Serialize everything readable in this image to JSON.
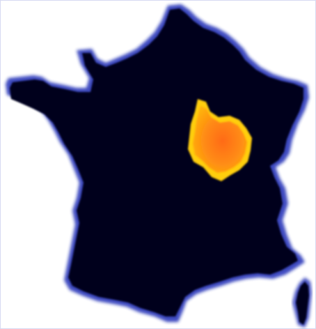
{
  "map": {
    "country": "France",
    "colors": {
      "background": "#ffffff",
      "land": "#03031c",
      "coast_halo": "#1d29b5",
      "highlight_outer": "#ffce10",
      "highlight_inner": "#ff8a12",
      "highlight_core": "#ff6a14"
    },
    "regions": [
      {
        "id": "mainland",
        "highlighted": false
      },
      {
        "id": "corsica",
        "highlighted": false
      },
      {
        "id": "bourgogne",
        "highlighted": true
      }
    ]
  }
}
